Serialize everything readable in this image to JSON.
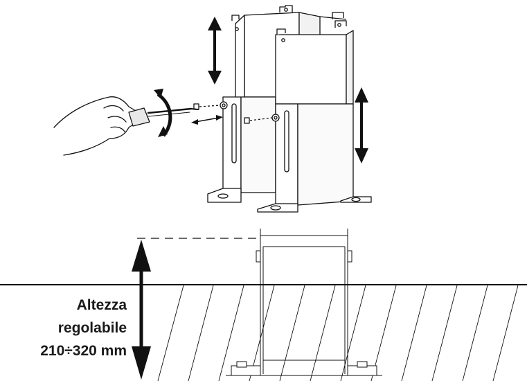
{
  "annotation": {
    "lines": [
      "Altezza",
      "regolabile",
      "210÷320 mm"
    ]
  },
  "colors": {
    "ink": "#1a1a1a",
    "background": "#ffffff"
  },
  "icons": {
    "hand": "hand-with-screwdriver-icon",
    "rotate": "rotation-arrow-icon",
    "vertical_arrow": "double-headed-vertical-arrow-icon",
    "horizontal_arrow": "double-headed-horizontal-arrow-icon"
  }
}
